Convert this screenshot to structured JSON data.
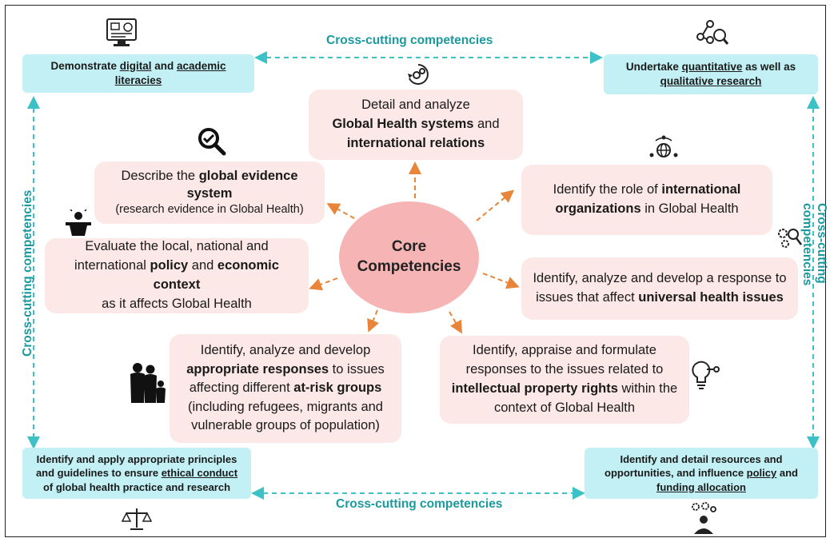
{
  "core": {
    "line1": "Core",
    "line2": "Competencies"
  },
  "cc_labels": {
    "top": "Cross-cutting competencies",
    "bottom": "Cross-cutting competencies",
    "left": "Cross-cutting competencies",
    "right": "Cross-cutting competencies"
  },
  "corners": {
    "top_left": {
      "t1": "Demonstrate ",
      "u1": "digital",
      "t2": " and ",
      "u2": "academic",
      "u3": "literacies"
    },
    "top_right": {
      "t1": "Undertake ",
      "u1": "quantitative",
      "t2": " as well as",
      "u2": "qualitative research"
    },
    "bottom_left": {
      "l1": "Identify and apply appropriate principles",
      "l2": "and guidelines to ensure ",
      "u1": "ethical conduct",
      "l3": "of global health practice and research"
    },
    "bottom_right": {
      "l1": "Identify and detail resources and",
      "l2": "opportunities, and influence ",
      "u1": "policy",
      "l2b": " and",
      "u2": "funding allocation"
    }
  },
  "competencies": {
    "systems": {
      "l1": "Detail and analyze",
      "b1": "Global Health systems",
      "t2": " and",
      "b2": "international relations"
    },
    "evidence": {
      "t1": "Describe the ",
      "b1": "global evidence",
      "b2": "system",
      "sub": "(research evidence in Global Health)"
    },
    "orgs": {
      "t1": "Identify the role of ",
      "b1": "international",
      "b2": "organizations",
      "t2": " in Global Health"
    },
    "policy": {
      "l1": "Evaluate the local, national and",
      "t2": "international ",
      "b1": "policy",
      "t3": " and ",
      "b2": "economic context",
      "l3": "as it affects Global Health"
    },
    "universal": {
      "l1": "Identify, analyze and develop a response to",
      "t2": "issues that affect ",
      "b1": "universal health issues"
    },
    "atrisk": {
      "l1": "Identify, analyze and develop",
      "b1": "appropriate responses",
      "t2": " to issues",
      "t3": "affecting different ",
      "b2": "at-risk groups",
      "l4": "(including refugees, migrants and",
      "l5": "vulnerable groups of population)"
    },
    "ip": {
      "l1": "Identify, appraise and formulate",
      "l2": "responses to the issues related to",
      "b1": "intellectual property rights",
      "t3": " within the",
      "l4": "context of Global Health"
    }
  },
  "colors": {
    "teal": "#1a9a9e",
    "cyan_box": "#c3f0f4",
    "pink_box": "#fce8e6",
    "core": "#f6b4b4",
    "orange_arrow": "#e8853a"
  }
}
